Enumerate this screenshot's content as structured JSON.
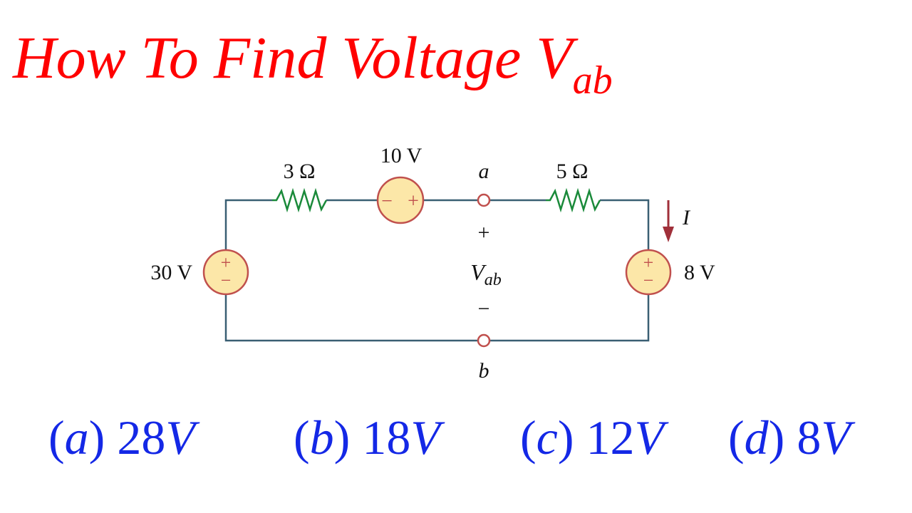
{
  "title": {
    "main": "How To Find Voltage V",
    "sub": "ab",
    "color": "#ff0000"
  },
  "circuit": {
    "r1": "3 Ω",
    "v_series": "10 V",
    "r2": "5 Ω",
    "v_left": "30 V",
    "v_right": "8 V",
    "node_a": "a",
    "node_b": "b",
    "plus": "+",
    "minus": "−",
    "vab_main": "V",
    "vab_sub": "ab",
    "current": "I",
    "source_plus": "+",
    "source_minus": "−",
    "wire_color": "#3a5f73",
    "resistor_color": "#1a8a3a",
    "source_fill": "#fce7a8",
    "source_stroke": "#c0504d",
    "arrow_color": "#a0303a"
  },
  "options": [
    {
      "open": "(",
      "letter": "a",
      "close": ")",
      "value": "28",
      "unit": "V"
    },
    {
      "open": "(",
      "letter": "b",
      "close": ")",
      "value": "18",
      "unit": "V"
    },
    {
      "open": "(",
      "letter": "c",
      "close": ")",
      "value": "12",
      "unit": "V"
    },
    {
      "open": "(",
      "letter": "d",
      "close": ")",
      "value": "8",
      "unit": "V"
    }
  ],
  "options_color": "#1428e6"
}
